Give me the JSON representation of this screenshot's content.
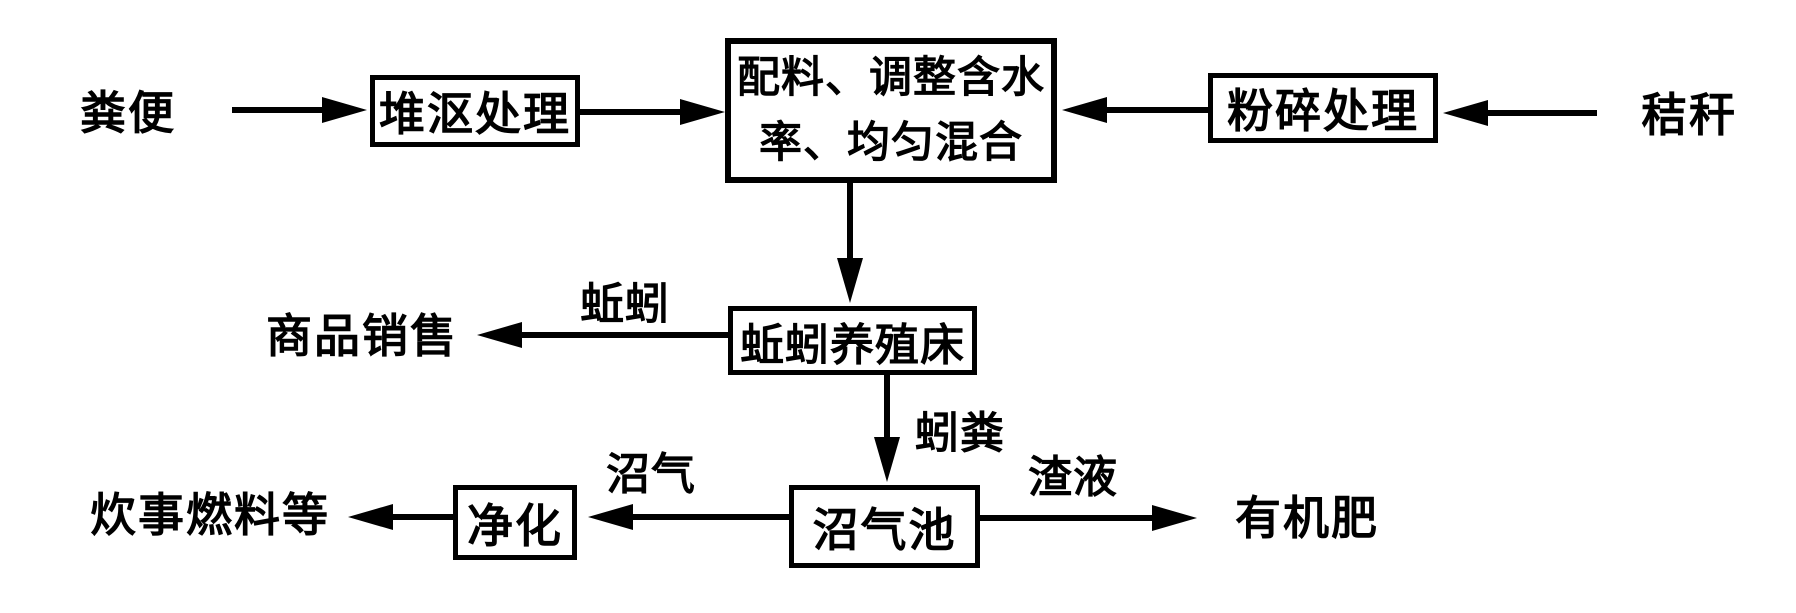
{
  "colors": {
    "ink": "#000000",
    "background": "#ffffff"
  },
  "nodes": {
    "feces": {
      "label": "粪便"
    },
    "straw": {
      "label": "秸秆"
    },
    "compost": {
      "label": "堆沤处理"
    },
    "mixing": {
      "label": "配料、调整含水率、均匀混合",
      "lines": [
        "配料、调整含水",
        "率、均匀混合"
      ]
    },
    "crushing": {
      "label": "粉碎处理"
    },
    "worm_bed": {
      "label": "蚯蚓养殖床"
    },
    "sales": {
      "label": "商品销售"
    },
    "biogas_pool": {
      "label": "沼气池"
    },
    "purification": {
      "label": "净化"
    },
    "cooking_fuel": {
      "label": "炊事燃料等"
    },
    "organic_fertilizer": {
      "label": "有机肥"
    }
  },
  "edge_labels": {
    "earthworm": "蚯蚓",
    "worm_castings": "蚓粪",
    "biogas": "沼气",
    "residue": "渣液"
  },
  "flows": [
    {
      "from": "粪便",
      "to": "堆沤处理",
      "label": ""
    },
    {
      "from": "堆沤处理",
      "to": "配料、调整含水率、均匀混合",
      "label": ""
    },
    {
      "from": "秸秆",
      "to": "粉碎处理",
      "label": ""
    },
    {
      "from": "粉碎处理",
      "to": "配料、调整含水率、均匀混合",
      "label": ""
    },
    {
      "from": "配料、调整含水率、均匀混合",
      "to": "蚯蚓养殖床",
      "label": ""
    },
    {
      "from": "蚯蚓养殖床",
      "to": "商品销售",
      "label": "蚯蚓"
    },
    {
      "from": "蚯蚓养殖床",
      "to": "沼气池",
      "label": "蚓粪"
    },
    {
      "from": "沼气池",
      "to": "净化",
      "label": "沼气"
    },
    {
      "from": "净化",
      "to": "炊事燃料等",
      "label": ""
    },
    {
      "from": "沼气池",
      "to": "有机肥",
      "label": "渣液"
    }
  ]
}
